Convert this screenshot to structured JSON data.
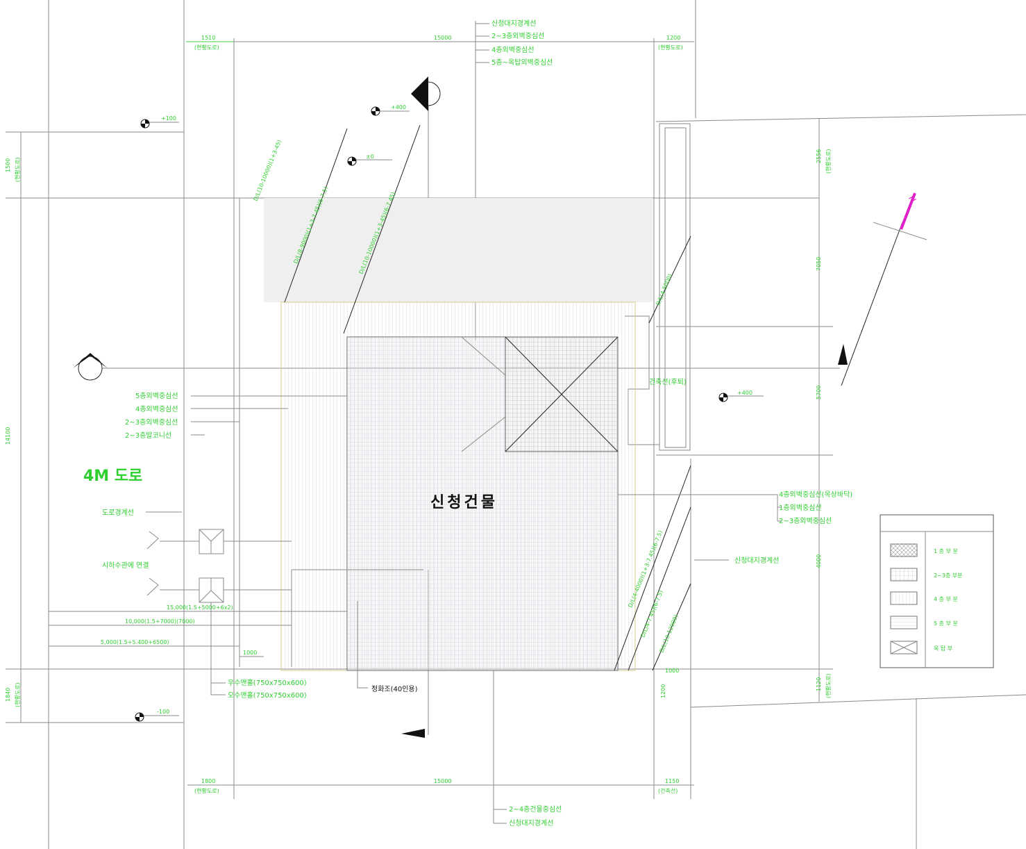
{
  "building": {
    "label": "신청건물"
  },
  "road": {
    "label": "4M 도로"
  },
  "septic": {
    "label": "정화조(40인용)"
  },
  "north": {
    "label": "N"
  },
  "dims_top": {
    "left": "1510",
    "left_sub": "(현황도로)",
    "mid": "15000",
    "right": "1200",
    "right_sub": "(현황도로)"
  },
  "dims_bottom": {
    "left": "1800",
    "left_sub": "(현황도로)",
    "mid": "15000",
    "right": "1150",
    "right_sub": "(건축선)"
  },
  "dims_left": {
    "top": "1500",
    "top_sub": "(현황도로)",
    "mid": "14100",
    "bottom": "1840",
    "bottom_sub": "(현황도로)"
  },
  "dims_right": {
    "top": "2556",
    "top_sub": "(현황도로)",
    "d2": "7050",
    "d3": "5700",
    "d4": "4000",
    "bottom": "1120",
    "bottom_sub": "(현황도로)"
  },
  "levels": {
    "l1": "+100",
    "l2": "+400",
    "l3": "±0",
    "l4": "+400",
    "l5": "-100"
  },
  "labels_top": [
    "신청대지경계선",
    "2~3층외벽중심선",
    "4층외벽중심선",
    "5층~옥탑외벽중심선"
  ],
  "labels_left": [
    "5층외벽중심선",
    "4층외벽중심선",
    "2~3층외벽중심선",
    "2~3층발코니선"
  ],
  "labels_right": [
    "4층외벽중심선(옥상바닥)",
    "1층외벽중심선",
    "2~3층외벽중심선"
  ],
  "labels_bottom": [
    "2~4층건물중심선",
    "신청대지경계선"
  ],
  "label_road_boundary": "도로경계선",
  "label_sewer": "시하수관에 연결",
  "label_boundary_right": "신청대지경계선",
  "label_bldg_line": "건축선(후퇴)",
  "offset_lines": [
    "15,000(1.5+5000+6x2)",
    "10,000(1.5+7000)(7000)",
    "5,000(1.5+5.400+6500)"
  ],
  "dim_1000a": "1000",
  "dim_1000b": "1000",
  "dim_1200": "1200",
  "pipes": [
    "우수맨홀(750x750x600)",
    "오수맨홀(750x750x600)"
  ],
  "diag_dims_left": [
    "D/L(10-10000)(1+3-45)",
    "D/L(8-9000)(1+3-7.45)(6-7.5)",
    "D/L(10-10000)(1+3-45)(6-7.45)"
  ],
  "diag_dims_right": [
    "D/L(4-5000)",
    "D/L(4-4000)(1+3-7.45)(6-7.5)",
    "D/L(4-7.45)(6-7.5)",
    "D/L(10-12000)"
  ],
  "legend": {
    "items": [
      {
        "pattern": "cross-hatch",
        "label": "1 층 부 분"
      },
      {
        "pattern": "dense-grid",
        "label": "2~3층 부분"
      },
      {
        "pattern": "vertical",
        "label": "4 층 부 분"
      },
      {
        "pattern": "horizontal",
        "label": "5 층 부 분"
      },
      {
        "pattern": "x-box",
        "label": "옥 탑 부"
      }
    ]
  },
  "colors": {
    "annotation_green": "#2fcf2f",
    "north_magenta": "#e020c8",
    "line_gray": "#8a8a8a"
  }
}
